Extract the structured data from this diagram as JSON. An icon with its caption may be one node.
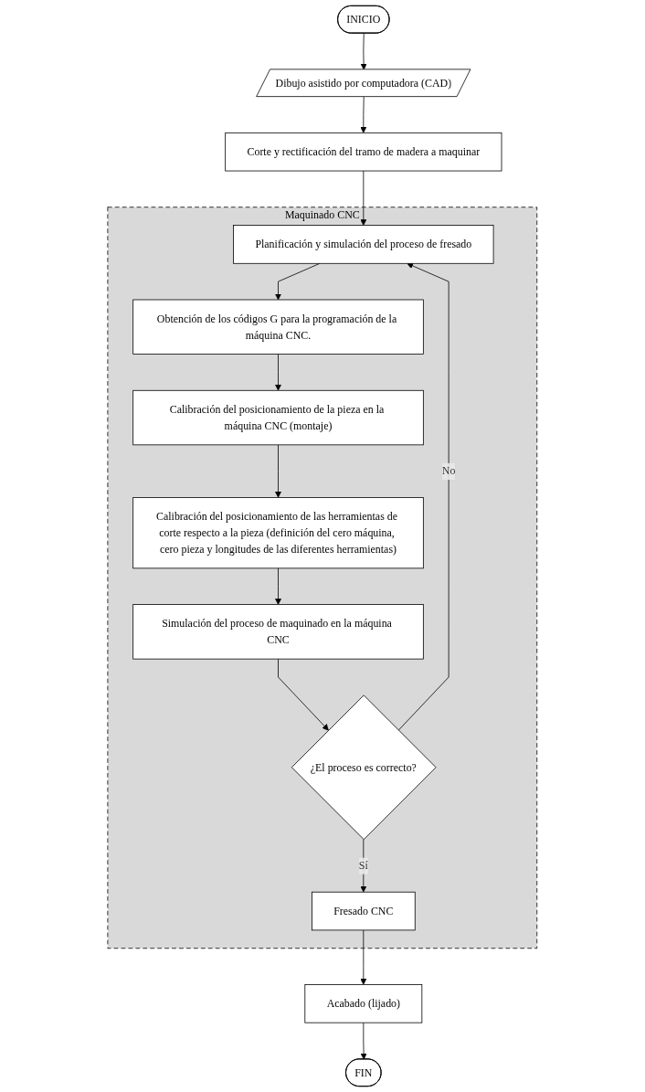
{
  "diagram": {
    "nodes": [
      {
        "text": [
          "INICIO"
        ]
      },
      {
        "text": [
          "Dibujo asistido por computadora (CAD)"
        ]
      },
      {
        "text": [
          "Corte y rectificación del tramo de madera a maquinar"
        ]
      },
      {
        "text": [
          "Maquinado CNC"
        ]
      },
      {
        "text": [
          "Planificación y simulación del proceso de fresado"
        ],
        "in": 3
      },
      {
        "text": [
          "Obtención de los códigos G para la programación de la máquina CNC."
        ],
        "in": 3
      },
      {
        "text": [
          "Calibración del posicionamiento de la pieza en la máquina CNC (montaje)"
        ],
        "in": 3
      },
      {
        "text": [
          "Calibración del posicionamiento de las herramientas de corte respecto a la pieza (definición del cero máquina, cero pieza y longitudes de las diferentes herramientas)"
        ],
        "in": 3
      },
      {
        "text": [
          "Simulación del proceso de maquinado en la máquina CNC"
        ],
        "in": 3
      },
      {
        "text": [
          "¿El proceso es correcto?"
        ],
        "in": 3
      },
      {
        "text": [
          "Fresado CNC"
        ],
        "in": 3
      },
      {
        "text": [
          "Acabado (lijado)"
        ]
      },
      {
        "text": [
          "FIN"
        ]
      }
    ],
    "edges": [
      {
        "from": 0,
        "to": 1,
        "arrow": "to"
      },
      {
        "from": 1,
        "to": 2,
        "arrow": "to"
      },
      {
        "from": 2,
        "to": 4,
        "arrow": "to"
      },
      {
        "from": 4,
        "to": 5,
        "arrow": "to"
      },
      {
        "from": 5,
        "to": 6,
        "arrow": "to"
      },
      {
        "from": 6,
        "to": 7,
        "arrow": "to"
      },
      {
        "from": 7,
        "to": 8,
        "arrow": "to"
      },
      {
        "from": 8,
        "to": 9,
        "arrow": "to"
      },
      {
        "from": 9,
        "to": 4,
        "label": "No",
        "arrow": "to"
      },
      {
        "from": 9,
        "to": 10,
        "label": "Sí",
        "arrow": "to"
      },
      {
        "from": 10,
        "to": 11,
        "arrow": "to"
      },
      {
        "from": 11,
        "to": 12,
        "arrow": "to"
      }
    ]
  }
}
